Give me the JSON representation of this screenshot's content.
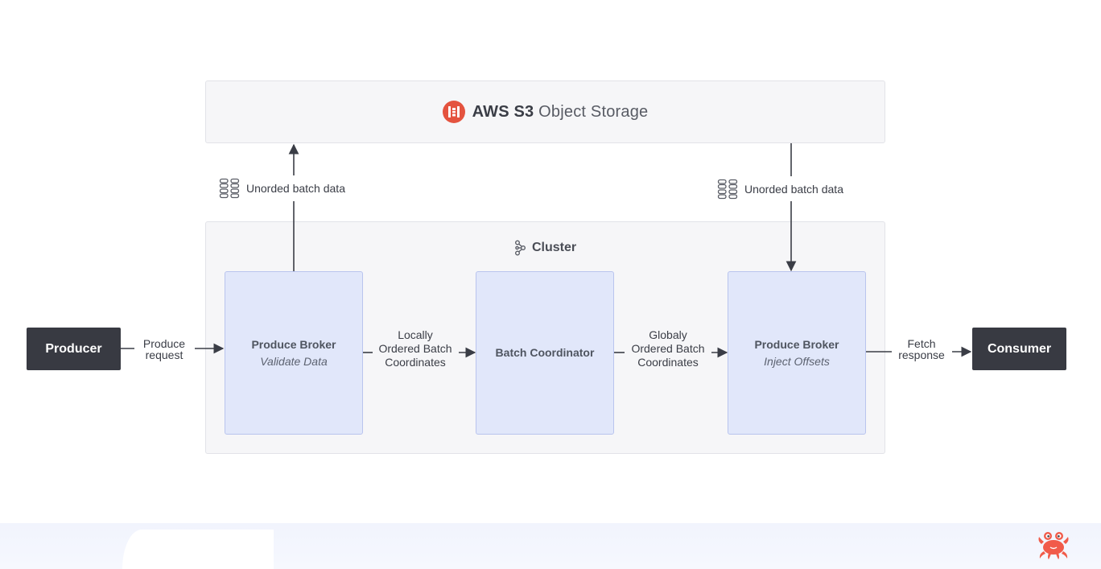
{
  "storage": {
    "brand": "AWS S3",
    "title": "Object Storage",
    "icon": "s3-bucket-icon"
  },
  "cluster": {
    "label": "Cluster",
    "icon": "cluster-nodes-icon"
  },
  "nodes": {
    "producer": "Producer",
    "consumer": "Consumer",
    "broker_left": {
      "title": "Produce Broker",
      "subtitle": "Validate Data"
    },
    "coordinator": {
      "title": "Batch Coordinator"
    },
    "broker_right": {
      "title": "Produce Broker",
      "subtitle": "Inject Offsets"
    }
  },
  "edges": {
    "produce_request": "Produce\nrequest",
    "local_ordered": "Locally\nOrdered Batch\nCoordinates",
    "global_ordered": "Globaly\nOrdered Batch\nCoordinates",
    "fetch_response": "Fetch\nresponse",
    "unordered_up": "Unorded batch data",
    "unordered_down": "Unorded batch data"
  },
  "colors": {
    "actor_bg": "#383a42",
    "broker_bg": "#e1e7fa",
    "broker_border": "#b9c4ee",
    "panel_bg": "#f6f6f8",
    "accent_red": "#e4533f",
    "wire": "#3a3d46"
  }
}
